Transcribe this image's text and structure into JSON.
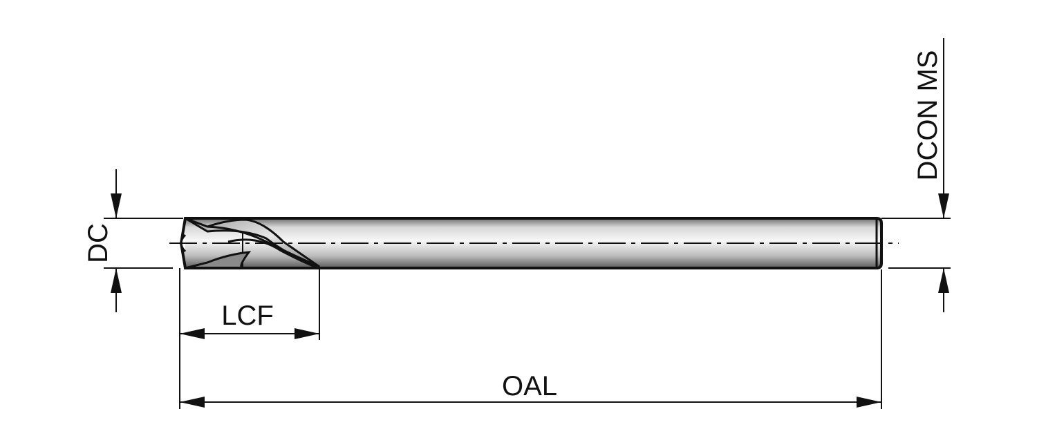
{
  "diagram": {
    "labels": {
      "dc": "DC",
      "lcf": "LCF",
      "oal": "OAL",
      "dcon_ms": "DCON MS"
    },
    "colors": {
      "line": "#111111",
      "body_light": "#f4f4f4",
      "body_mid": "#c8c8c8",
      "body_dark": "#6e6e6e",
      "background": "#ffffff"
    }
  }
}
